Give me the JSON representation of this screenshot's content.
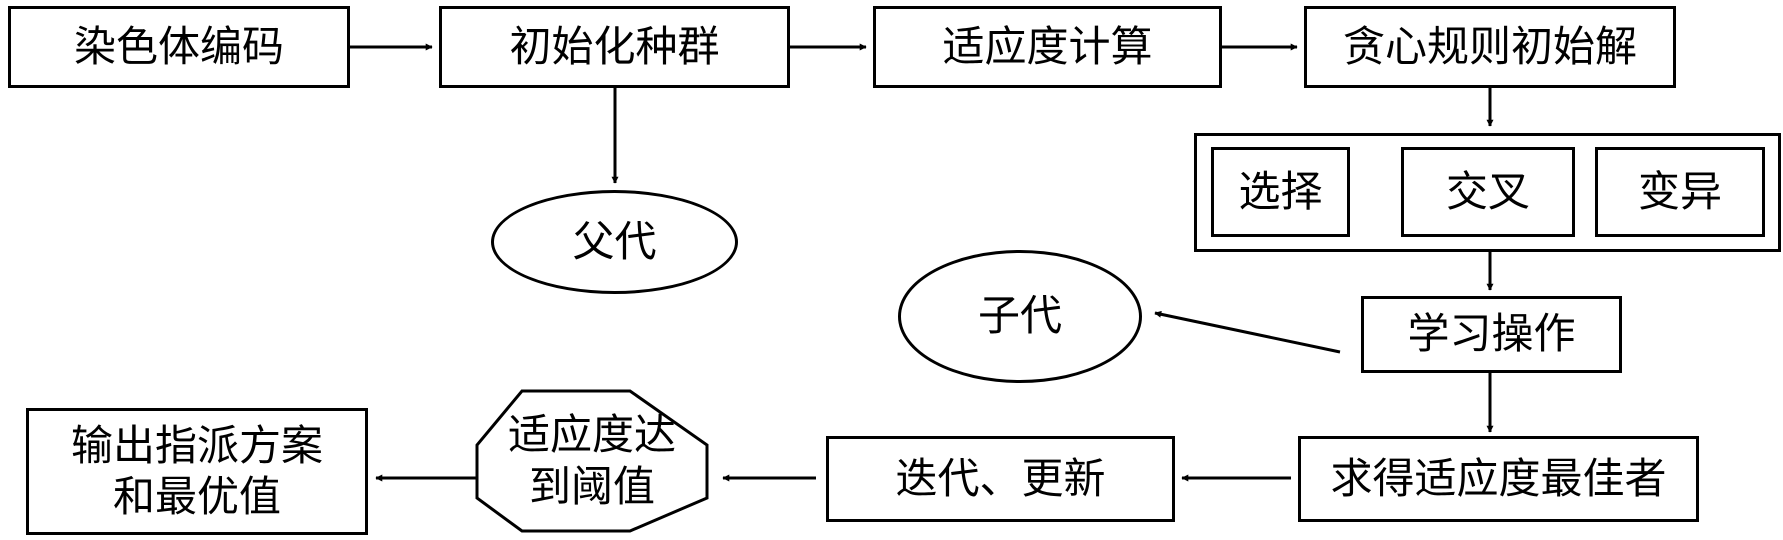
{
  "nodes": {
    "chromosome_encoding": "染色体编码",
    "init_population": "初始化种群",
    "fitness_calc": "适应度计算",
    "greedy_init": "贪心规则初始解",
    "parent": "父代",
    "select": "选择",
    "crossover": "交叉",
    "mutation": "变异",
    "child": "子代",
    "learning": "学习操作",
    "best_fitness": "求得适应度最佳者",
    "iterate_update": "迭代、更新",
    "threshold_line1": "适应度达",
    "threshold_line2": "到阈值",
    "output_line1": "输出指派方案",
    "output_line2": "和最优值"
  }
}
